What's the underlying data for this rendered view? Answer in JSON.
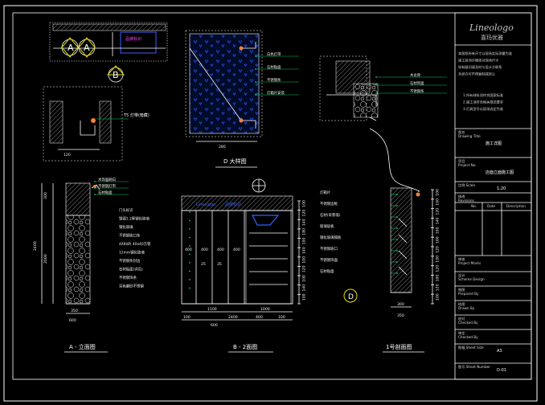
{
  "brand": {
    "script_logo": "Lineologo",
    "cn_name": "喜玛优雅"
  },
  "labels": {
    "a_marker": "A",
    "b_marker": "B",
    "d_marker": "D",
    "d_section_title": "D 大样图",
    "a_section_title": "A - 立面图",
    "b_section_title": "B - 2面图",
    "one_section_title": "1号剖面图",
    "t5_note": "T5 灯带(暗藏)",
    "sign_box": "品牌标识"
  },
  "dims": {
    "plan_120": "120",
    "detail_280": "280",
    "a_300": "300",
    "a_2000": "2000",
    "a_2400": "2400",
    "a_600": "600",
    "a_350": "350",
    "b_400a": "400",
    "b_400b": "400",
    "b_400c": "400",
    "b_400d": "400",
    "b_25": "25",
    "b_35": "35",
    "b_1100": "1100",
    "b_1000": "1000",
    "b_100a": "100",
    "b_2400": "2400",
    "b_400e": "400",
    "b_100b": "100",
    "b_600": "600",
    "one_300": "300",
    "one_350": "350"
  },
  "b_dims_right": [
    "100",
    "120",
    "140",
    "180",
    "100",
    "140",
    "100",
    "120",
    "100",
    "140",
    "100"
  ],
  "one_dims_right": [
    "100",
    "160",
    "120",
    "140",
    "100",
    "160",
    "120",
    "100",
    "120",
    "100",
    "120",
    "100"
  ],
  "a_callouts": [
    "木饰面刷白",
    "不锈钢灯带",
    "石材贴面"
  ],
  "b_callouts": [
    "门头标识",
    "银镜1.2厚钢化玻璃",
    "钢化玻璃",
    "不锈钢收口条",
    "4X8(Ø) 40x40方管",
    "12mm钢化玻璃",
    "不锈钢条封边",
    "石材贴面(详见)",
    "不锈钢饰条",
    "深色磨砂不锈钢"
  ],
  "one_callouts": [
    "灯箱片",
    "不锈钢边框",
    "石材(背景墙)",
    "玻璃层板",
    "钢化玻璃隔板",
    "不锈钢收口",
    "不锈钢饰面",
    "石材贴面"
  ],
  "d_callouts": [
    "白色灯带",
    "石材贴面",
    "不锈钢条",
    "灯箱片安装"
  ],
  "detail_right_callouts": [
    "木龙骨",
    "石材饰面",
    "不锈钢条"
  ],
  "title_block": {
    "notes": [
      "本图纸所有尺寸以现场实际测量为准",
      "施工前须仔细核对现场尺寸",
      "如有疑问请及时与设计方联系",
      "未经许可不得复制或转让"
    ],
    "notes2": [
      "1.所有材料须符合国家标准",
      "2.施工须符合相关规范要求",
      "3.灯具型号以现场选定为准"
    ],
    "drawing_title_label": "图名\nDrawing Title",
    "drawing_title": "施工详图",
    "project_label": "项目\nProject No.",
    "project": "店面立面施工图",
    "scale_label": "比例 Scale",
    "scale": "1:20",
    "revision_label": "修改\nRevisions",
    "rev_headers": [
      "No.",
      "Date",
      "Description"
    ],
    "approve_label": "审核\nProject Marks",
    "checked_label": "设计\nScheme Design",
    "drawn_label": "制图\nPrepared By",
    "designed_label": "绘图\nDrawn By",
    "checkedby_label": "校对\nChecked By",
    "approved_label": "审定\nChecked By",
    "sheet_size_label": "图幅 Sheet Size",
    "sheet_size": "A3",
    "sheet_no_label": "图号 Sheet Number",
    "sheet_no": "D-01"
  }
}
